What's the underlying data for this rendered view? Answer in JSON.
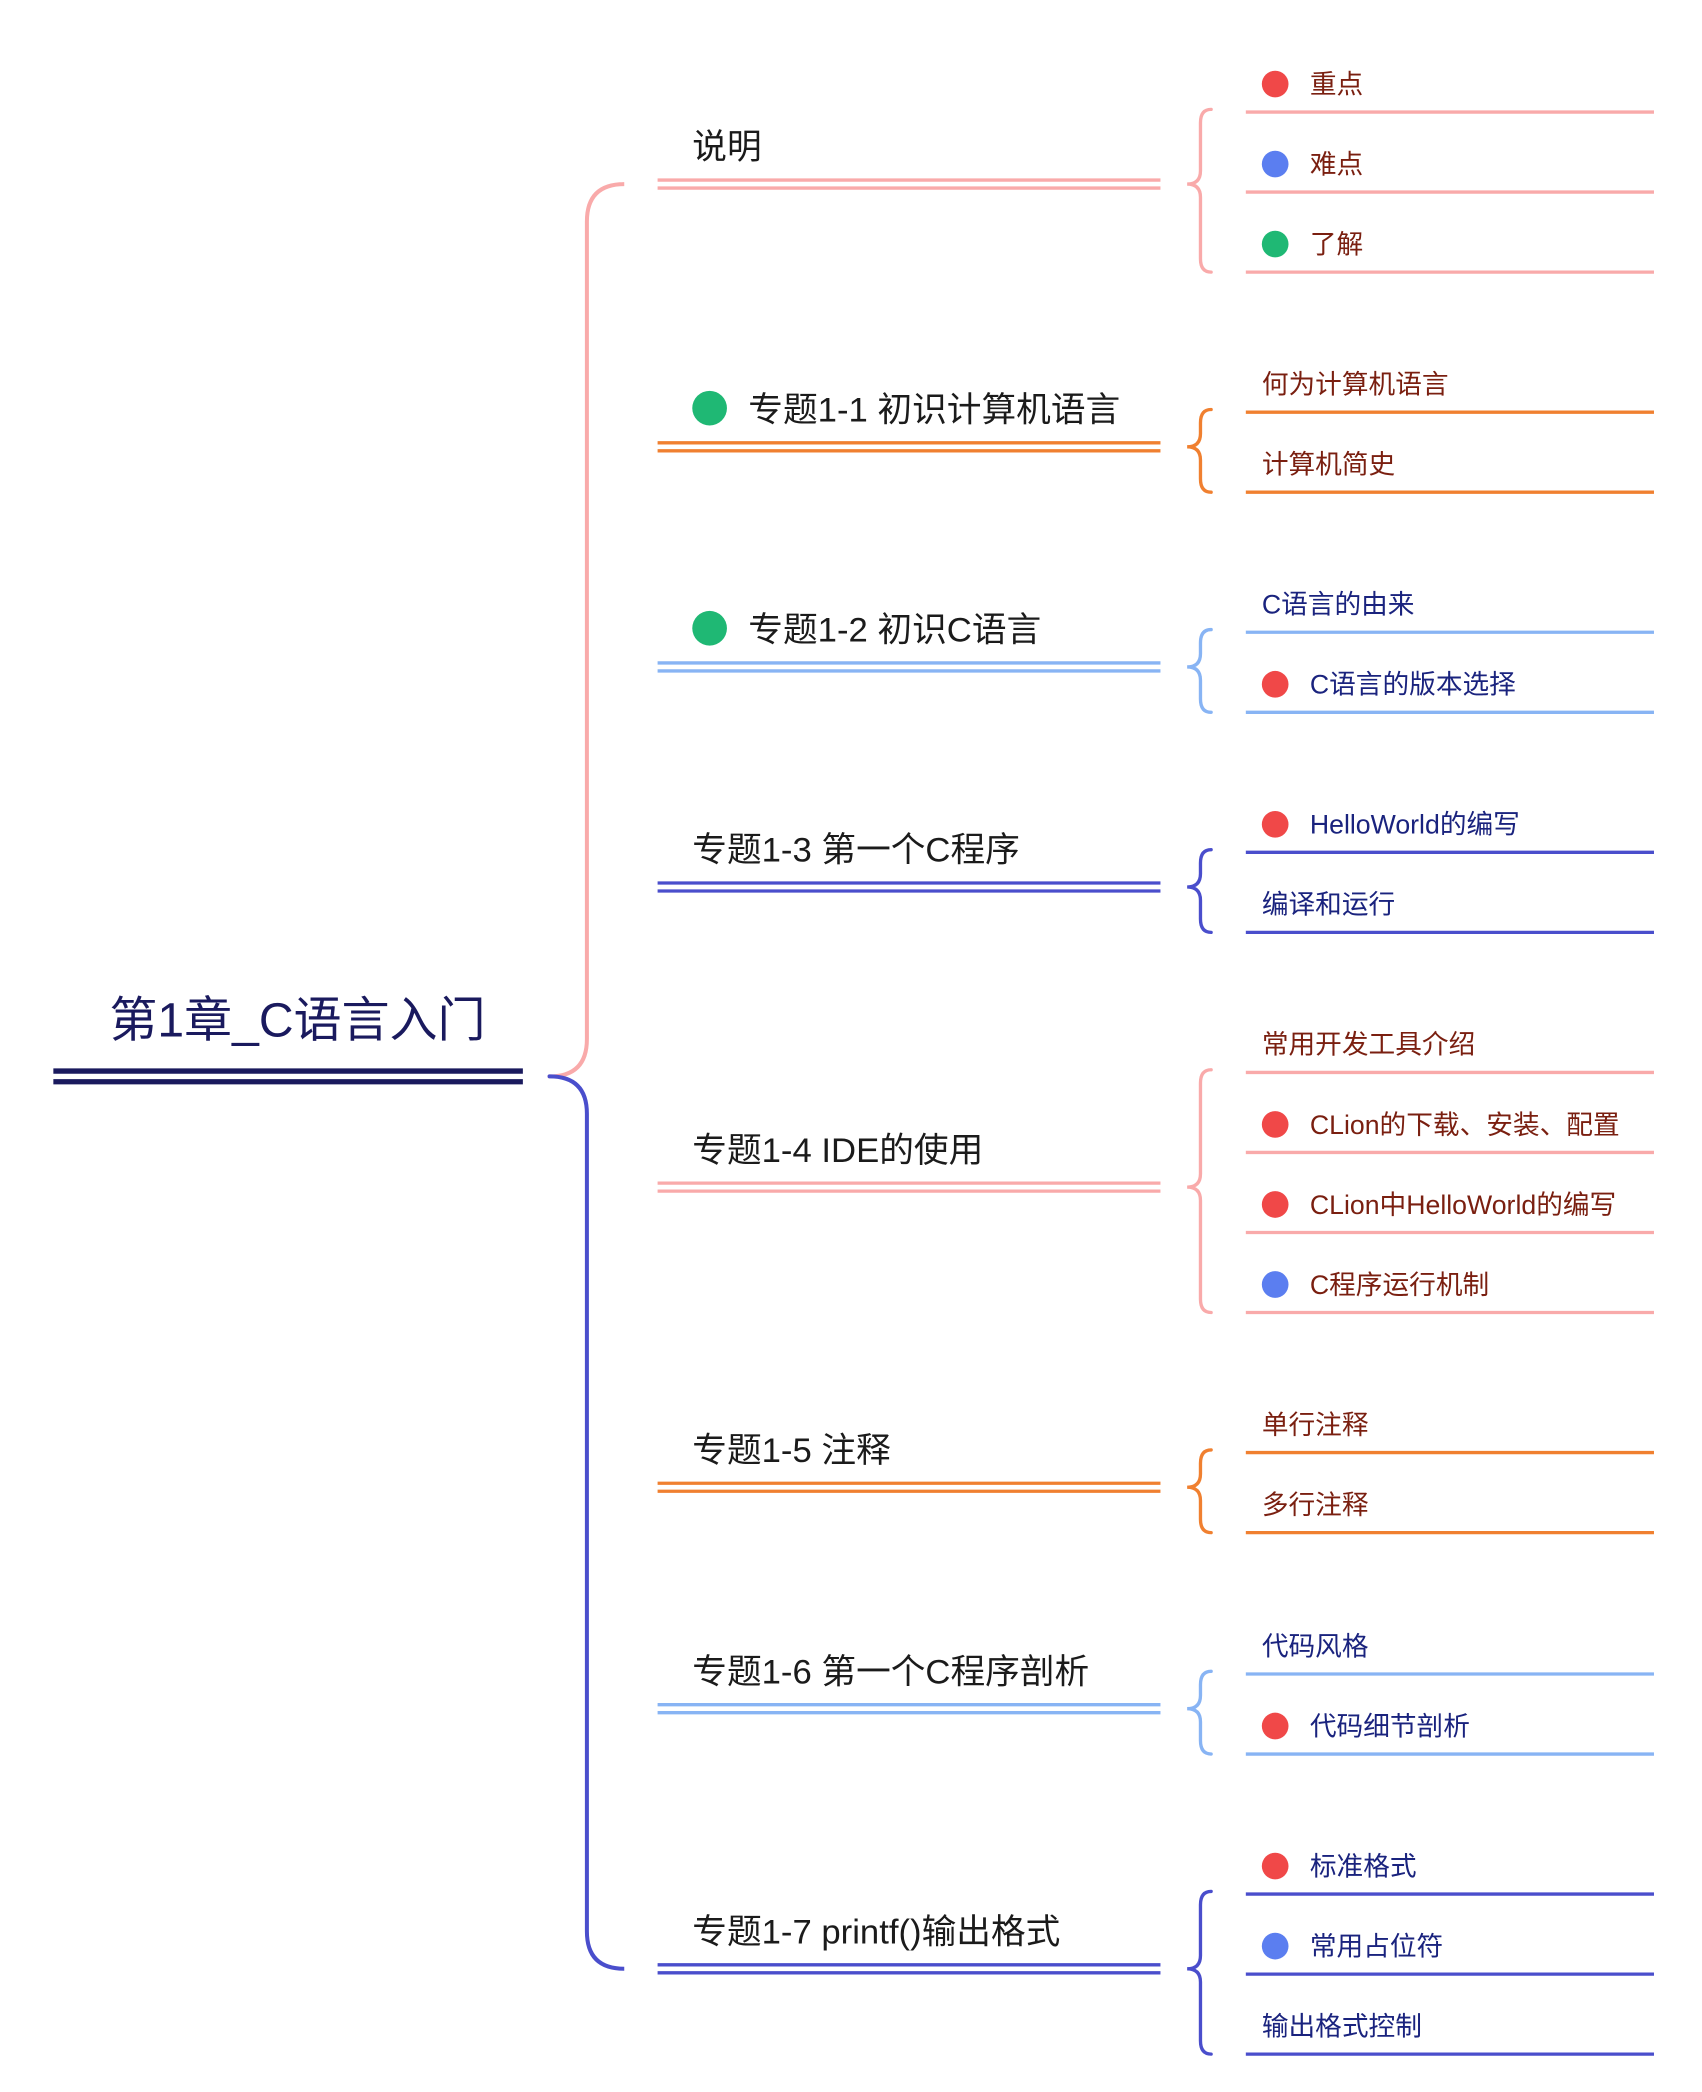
{
  "root": {
    "label": "第1章_C语言入门",
    "color": "#1a1a5e"
  },
  "markers": {
    "red": "#f04848",
    "blue": "#5b7ef0",
    "green": "#1fb874"
  },
  "topics": [
    {
      "label": "说明",
      "color": "#f9aaaa",
      "marker": null,
      "children": [
        {
          "label": "重点",
          "marker": "red"
        },
        {
          "label": "难点",
          "marker": "blue"
        },
        {
          "label": "了解",
          "marker": "green"
        }
      ]
    },
    {
      "label": "专题1-1 初识计算机语言",
      "color": "#f08030",
      "marker": "green",
      "children": [
        {
          "label": "何为计算机语言",
          "marker": null
        },
        {
          "label": "计算机简史",
          "marker": null
        }
      ]
    },
    {
      "label": "专题1-2 初识C语言",
      "color": "#88b4f4",
      "marker": "green",
      "children": [
        {
          "label": "C语言的由来",
          "marker": null
        },
        {
          "label": "C语言的版本选择",
          "marker": "red"
        }
      ]
    },
    {
      "label": "专题1-3 第一个C程序",
      "color": "#4a4ecc",
      "marker": null,
      "children": [
        {
          "label": "HelloWorld的编写",
          "marker": "red"
        },
        {
          "label": "编译和运行",
          "marker": null
        }
      ]
    },
    {
      "label": "专题1-4 IDE的使用",
      "color": "#f9aaaa",
      "marker": null,
      "children": [
        {
          "label": "常用开发工具介绍",
          "marker": null
        },
        {
          "label": "CLion的下载、安装、配置",
          "marker": "red"
        },
        {
          "label": "CLion中HelloWorld的编写",
          "marker": "red"
        },
        {
          "label": "C程序运行机制",
          "marker": "blue"
        }
      ]
    },
    {
      "label": "专题1-5 注释",
      "color": "#f08030",
      "marker": null,
      "children": [
        {
          "label": "单行注释",
          "marker": null
        },
        {
          "label": "多行注释",
          "marker": null
        }
      ]
    },
    {
      "label": "专题1-6 第一个C程序剖析",
      "color": "#88b4f4",
      "marker": null,
      "children": [
        {
          "label": "代码风格",
          "marker": null
        },
        {
          "label": "代码细节剖析",
          "marker": "red"
        }
      ]
    },
    {
      "label": "专题1-7 printf()输出格式",
      "color": "#4a4ecc",
      "marker": null,
      "children": [
        {
          "label": "标准格式",
          "marker": "red"
        },
        {
          "label": "常用占位符",
          "marker": "blue"
        },
        {
          "label": "输出格式控制",
          "marker": null
        }
      ]
    }
  ]
}
